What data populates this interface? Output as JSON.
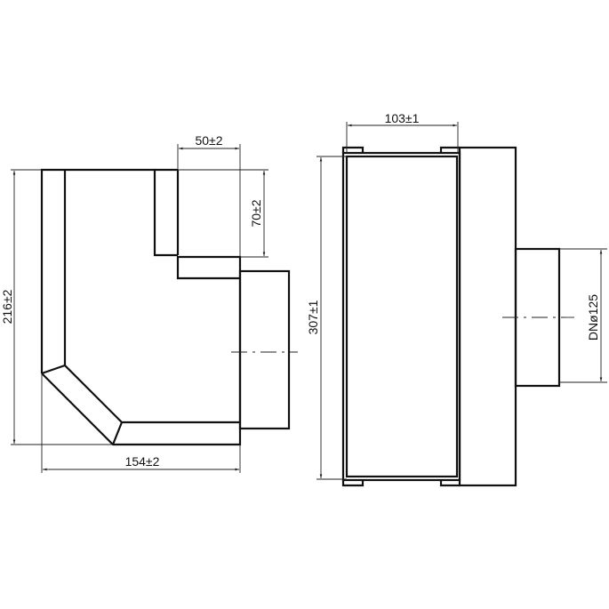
{
  "drawing": {
    "left_view": {
      "dimensions": {
        "height": "216±2",
        "width": "154±2",
        "spigot_width": "50±2",
        "spigot_height": "70±2"
      }
    },
    "right_view": {
      "dimensions": {
        "height": "307±1",
        "width": "103±1",
        "outlet_diameter": "DNø125"
      }
    }
  }
}
